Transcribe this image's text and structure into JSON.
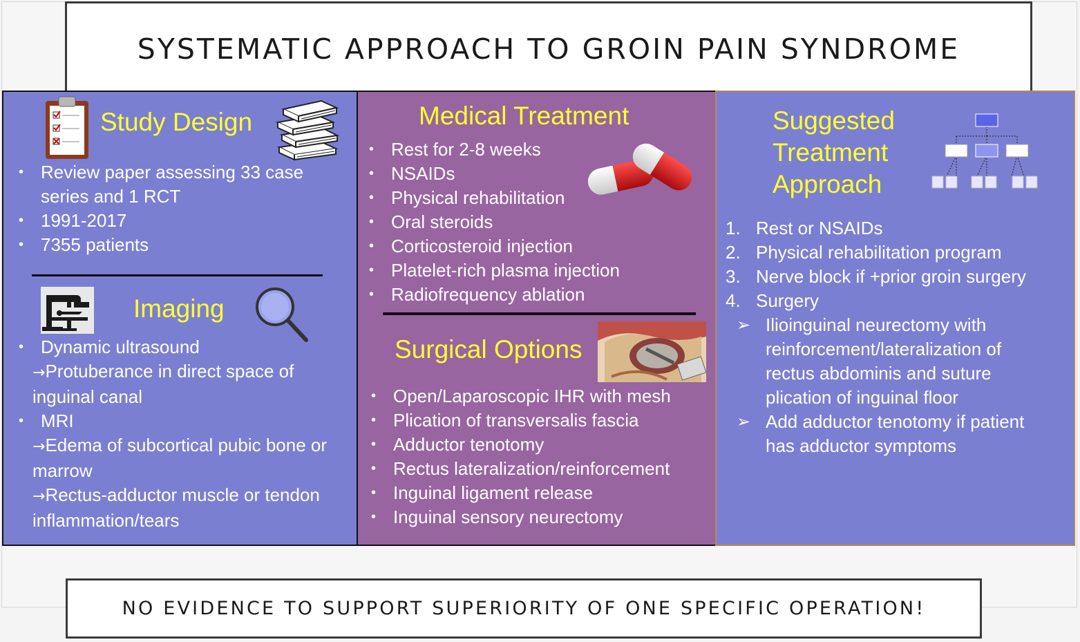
{
  "slide": {
    "title": "SYSTEMATIC APPROACH TO GROIN PAIN SYNDROME",
    "footer": "NO EVIDENCE TO SUPPORT SUPERIORITY OF ONE SPECIFIC OPERATION!"
  },
  "study_design": {
    "heading": "Study Design",
    "items": [
      "Review paper assessing 33 case series and 1 RCT",
      "1991-2017",
      "7355 patients"
    ]
  },
  "imaging": {
    "heading": "Imaging",
    "items": [
      {
        "label": "Dynamic ultrasound",
        "details": [
          "Protuberance in direct space of inguinal canal"
        ]
      },
      {
        "label": "MRI",
        "details": [
          "Edema of subcortical pubic bone or marrow",
          "Rectus-adductor muscle or tendon inflammation/tears"
        ]
      }
    ],
    "arrow": "→"
  },
  "medical_treatment": {
    "heading": "Medical Treatment",
    "items": [
      "Rest for 2-8 weeks",
      "NSAIDs",
      "Physical rehabilitation",
      "Oral steroids",
      "Corticosteroid injection",
      "Platelet-rich plasma injection",
      "Radiofrequency ablation"
    ]
  },
  "surgical_options": {
    "heading": "Surgical Options",
    "items": [
      "Open/Laparoscopic IHR with mesh",
      "Plication of transversalis fascia",
      "Adductor tenotomy",
      "Rectus lateralization/reinforcement",
      "Inguinal ligament release",
      "Inguinal sensory neurectomy"
    ]
  },
  "suggested": {
    "heading_lines": [
      "Suggested",
      "Treatment",
      "Approach"
    ],
    "steps": [
      {
        "n": "1.",
        "text": "Rest or NSAIDs"
      },
      {
        "n": "2.",
        "text": "Physical rehabilitation program"
      },
      {
        "n": "3.",
        "text": "Nerve block if +prior groin surgery"
      },
      {
        "n": "4.",
        "text": "Surgery"
      }
    ],
    "substeps": [
      "Ilioinguinal neurectomy with reinforcement/lateralization of rectus abdominis and suture plication of inguinal floor",
      "Add adductor tenotomy if patient has adductor symptoms"
    ],
    "subbullet": "➢"
  },
  "colors": {
    "blue_panel": "#7b7fd1",
    "purple_panel": "#9865a0",
    "heading": "#ffff33",
    "text": "#ffffff"
  },
  "icons": [
    "clipboard-icon",
    "books-icon",
    "xray-machine-icon",
    "magnifier-icon",
    "capsule-pills-icon",
    "surgery-photo",
    "org-chart-icon"
  ]
}
